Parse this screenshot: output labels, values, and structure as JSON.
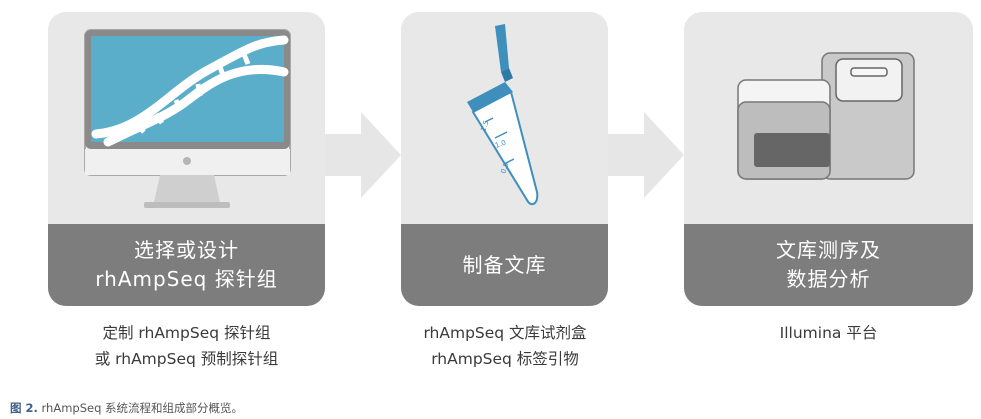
{
  "steps": [
    {
      "title_line1": "选择或设计",
      "title_line2": "rhAmpSeq 探针组",
      "caption_line1": "定制 rhAmpSeq 探针组",
      "caption_line2": "或 rhAmpSeq 预制探针组",
      "icon": "monitor-dna-icon"
    },
    {
      "title_line1": "制备文库",
      "caption_line1": "rhAmpSeq 文库试剂盒",
      "caption_line2": "rhAmpSeq 标签引物",
      "icon": "pcr-tube-icon",
      "tube_marks": [
        "1.5",
        "1.0",
        "0.5"
      ]
    },
    {
      "title_line1": "文库测序及",
      "title_line2": "数据分析",
      "caption_line1": "Illumina 平台",
      "icon": "sequencer-icon"
    }
  ],
  "figure_caption": {
    "label": "图 2.",
    "text": "rhAmpSeq 系统流程和组成部分概览。"
  },
  "colors": {
    "card_bg": "#e8e8e8",
    "band": "#7d7d7d",
    "arrow": "#e6e6e6",
    "screen_blue": "#5aaec9",
    "tube_blue": "#3f8fbc",
    "label_blue": "#3d5f8a"
  }
}
